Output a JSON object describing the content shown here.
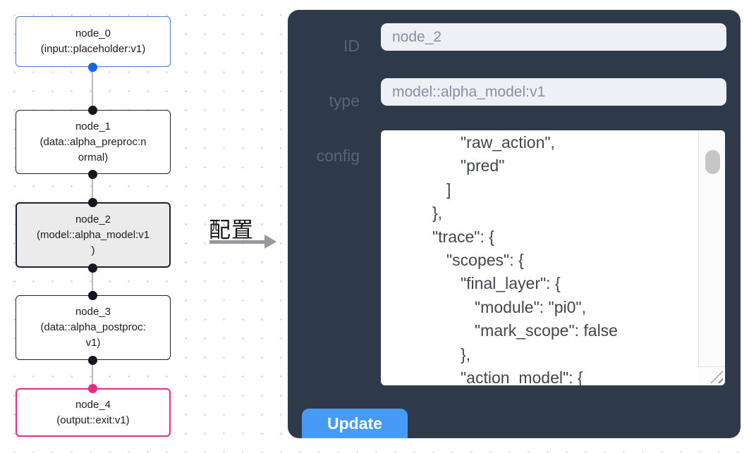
{
  "flow": {
    "nodes": [
      {
        "id": "node_0",
        "title": "node_0",
        "type_lines": [
          "(input::placeholder:v1)"
        ],
        "variant": "input",
        "border_color": "#4a78cc",
        "port_top": null,
        "port_bottom": "#1565e0"
      },
      {
        "id": "node_1",
        "title": "node_1",
        "type_lines": [
          "(data::alpha_preproc:n",
          "ormal)"
        ],
        "variant": "default",
        "border_color": "#1d222b",
        "port_top": "#16161f",
        "port_bottom": "#16161f"
      },
      {
        "id": "node_2",
        "title": "node_2",
        "type_lines": [
          "(model::alpha_model:v1",
          ")"
        ],
        "variant": "selected",
        "border_color": "#1d222b",
        "selected_bg": "#ebebeb",
        "port_top": "#16161f",
        "port_bottom": "#16161f"
      },
      {
        "id": "node_3",
        "title": "node_3",
        "type_lines": [
          "(data::alpha_postproc:",
          "v1)"
        ],
        "variant": "default",
        "border_color": "#1d222b",
        "port_top": "#16161f",
        "port_bottom": "#16161f"
      },
      {
        "id": "node_4",
        "title": "node_4",
        "type_lines": [
          "(output::exit:v1)"
        ],
        "variant": "output",
        "border_color": "#e82b80",
        "port_top": "#f02585",
        "port_bottom": null
      }
    ],
    "edge_color": "#b9b9b9"
  },
  "transfer": {
    "label": "配置",
    "arrow_color": "#97999d"
  },
  "panel": {
    "bg_color": "#2e3949",
    "id_label": "ID",
    "id_value": "node_2",
    "type_label": "type",
    "type_value": "model::alpha_model:v1",
    "config_label": "config",
    "config_lines": [
      {
        "indent": 4,
        "text": "\"raw_action\","
      },
      {
        "indent": 4,
        "text": "\"pred\""
      },
      {
        "indent": 3,
        "text": "]"
      },
      {
        "indent": 2,
        "text": "},"
      },
      {
        "indent": 2,
        "text": "\"trace\": {"
      },
      {
        "indent": 3,
        "text": "\"scopes\": {"
      },
      {
        "indent": 4,
        "text": "\"final_layer\": {"
      },
      {
        "indent": 5,
        "text": "\"module\": \"pi0\","
      },
      {
        "indent": 5,
        "text": "\"mark_scope\": false"
      },
      {
        "indent": 4,
        "text": "},"
      },
      {
        "indent": 4,
        "text": "\"action_model\": {"
      }
    ],
    "update_label": "Update",
    "update_color": "#459bf7",
    "scrollbar_thumb_color": "#c6c6c6"
  }
}
